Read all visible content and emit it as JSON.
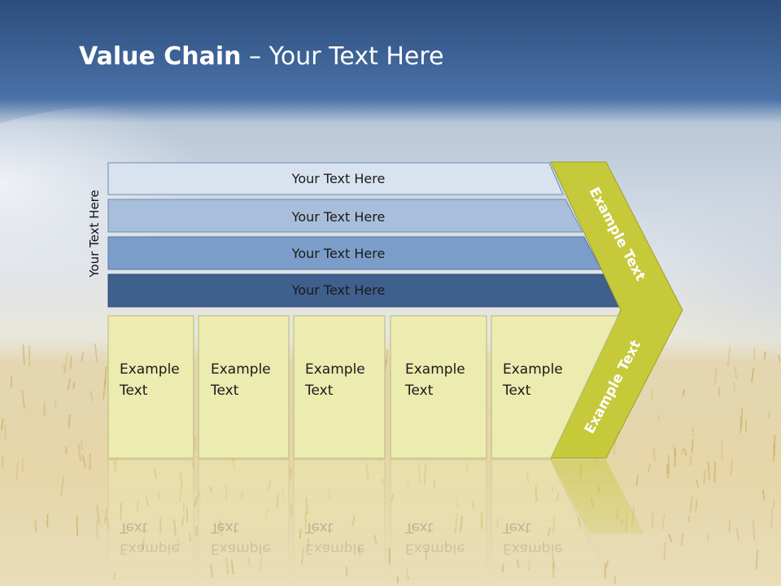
{
  "slide": {
    "title_bold": "Value Chain",
    "title_rest": " – Your Text Here",
    "side_label": "Your Text Here"
  },
  "rows": [
    {
      "label": "Your Text Here",
      "color": "#d9e3ef"
    },
    {
      "label": "Your Text Here",
      "color": "#a8bfdc"
    },
    {
      "label": "Your Text Here",
      "color": "#7b9dc9"
    },
    {
      "label": "Your Text Here",
      "color": "#3f5f8d"
    }
  ],
  "boxes": [
    {
      "line1": "Example",
      "line2": "Text"
    },
    {
      "line1": "Example",
      "line2": "Text"
    },
    {
      "line1": "Example",
      "line2": "Text"
    },
    {
      "line1": "Example",
      "line2": "Text"
    },
    {
      "line1": "Example",
      "line2": "Text"
    }
  ],
  "arrow": {
    "upper_text": "Example Text",
    "lower_text": "Example Text",
    "color": "#c6c93a"
  },
  "colors": {
    "box_fill": "#ecebb0",
    "sky_top": "#2f5081",
    "wheat": "#c9a85a"
  }
}
